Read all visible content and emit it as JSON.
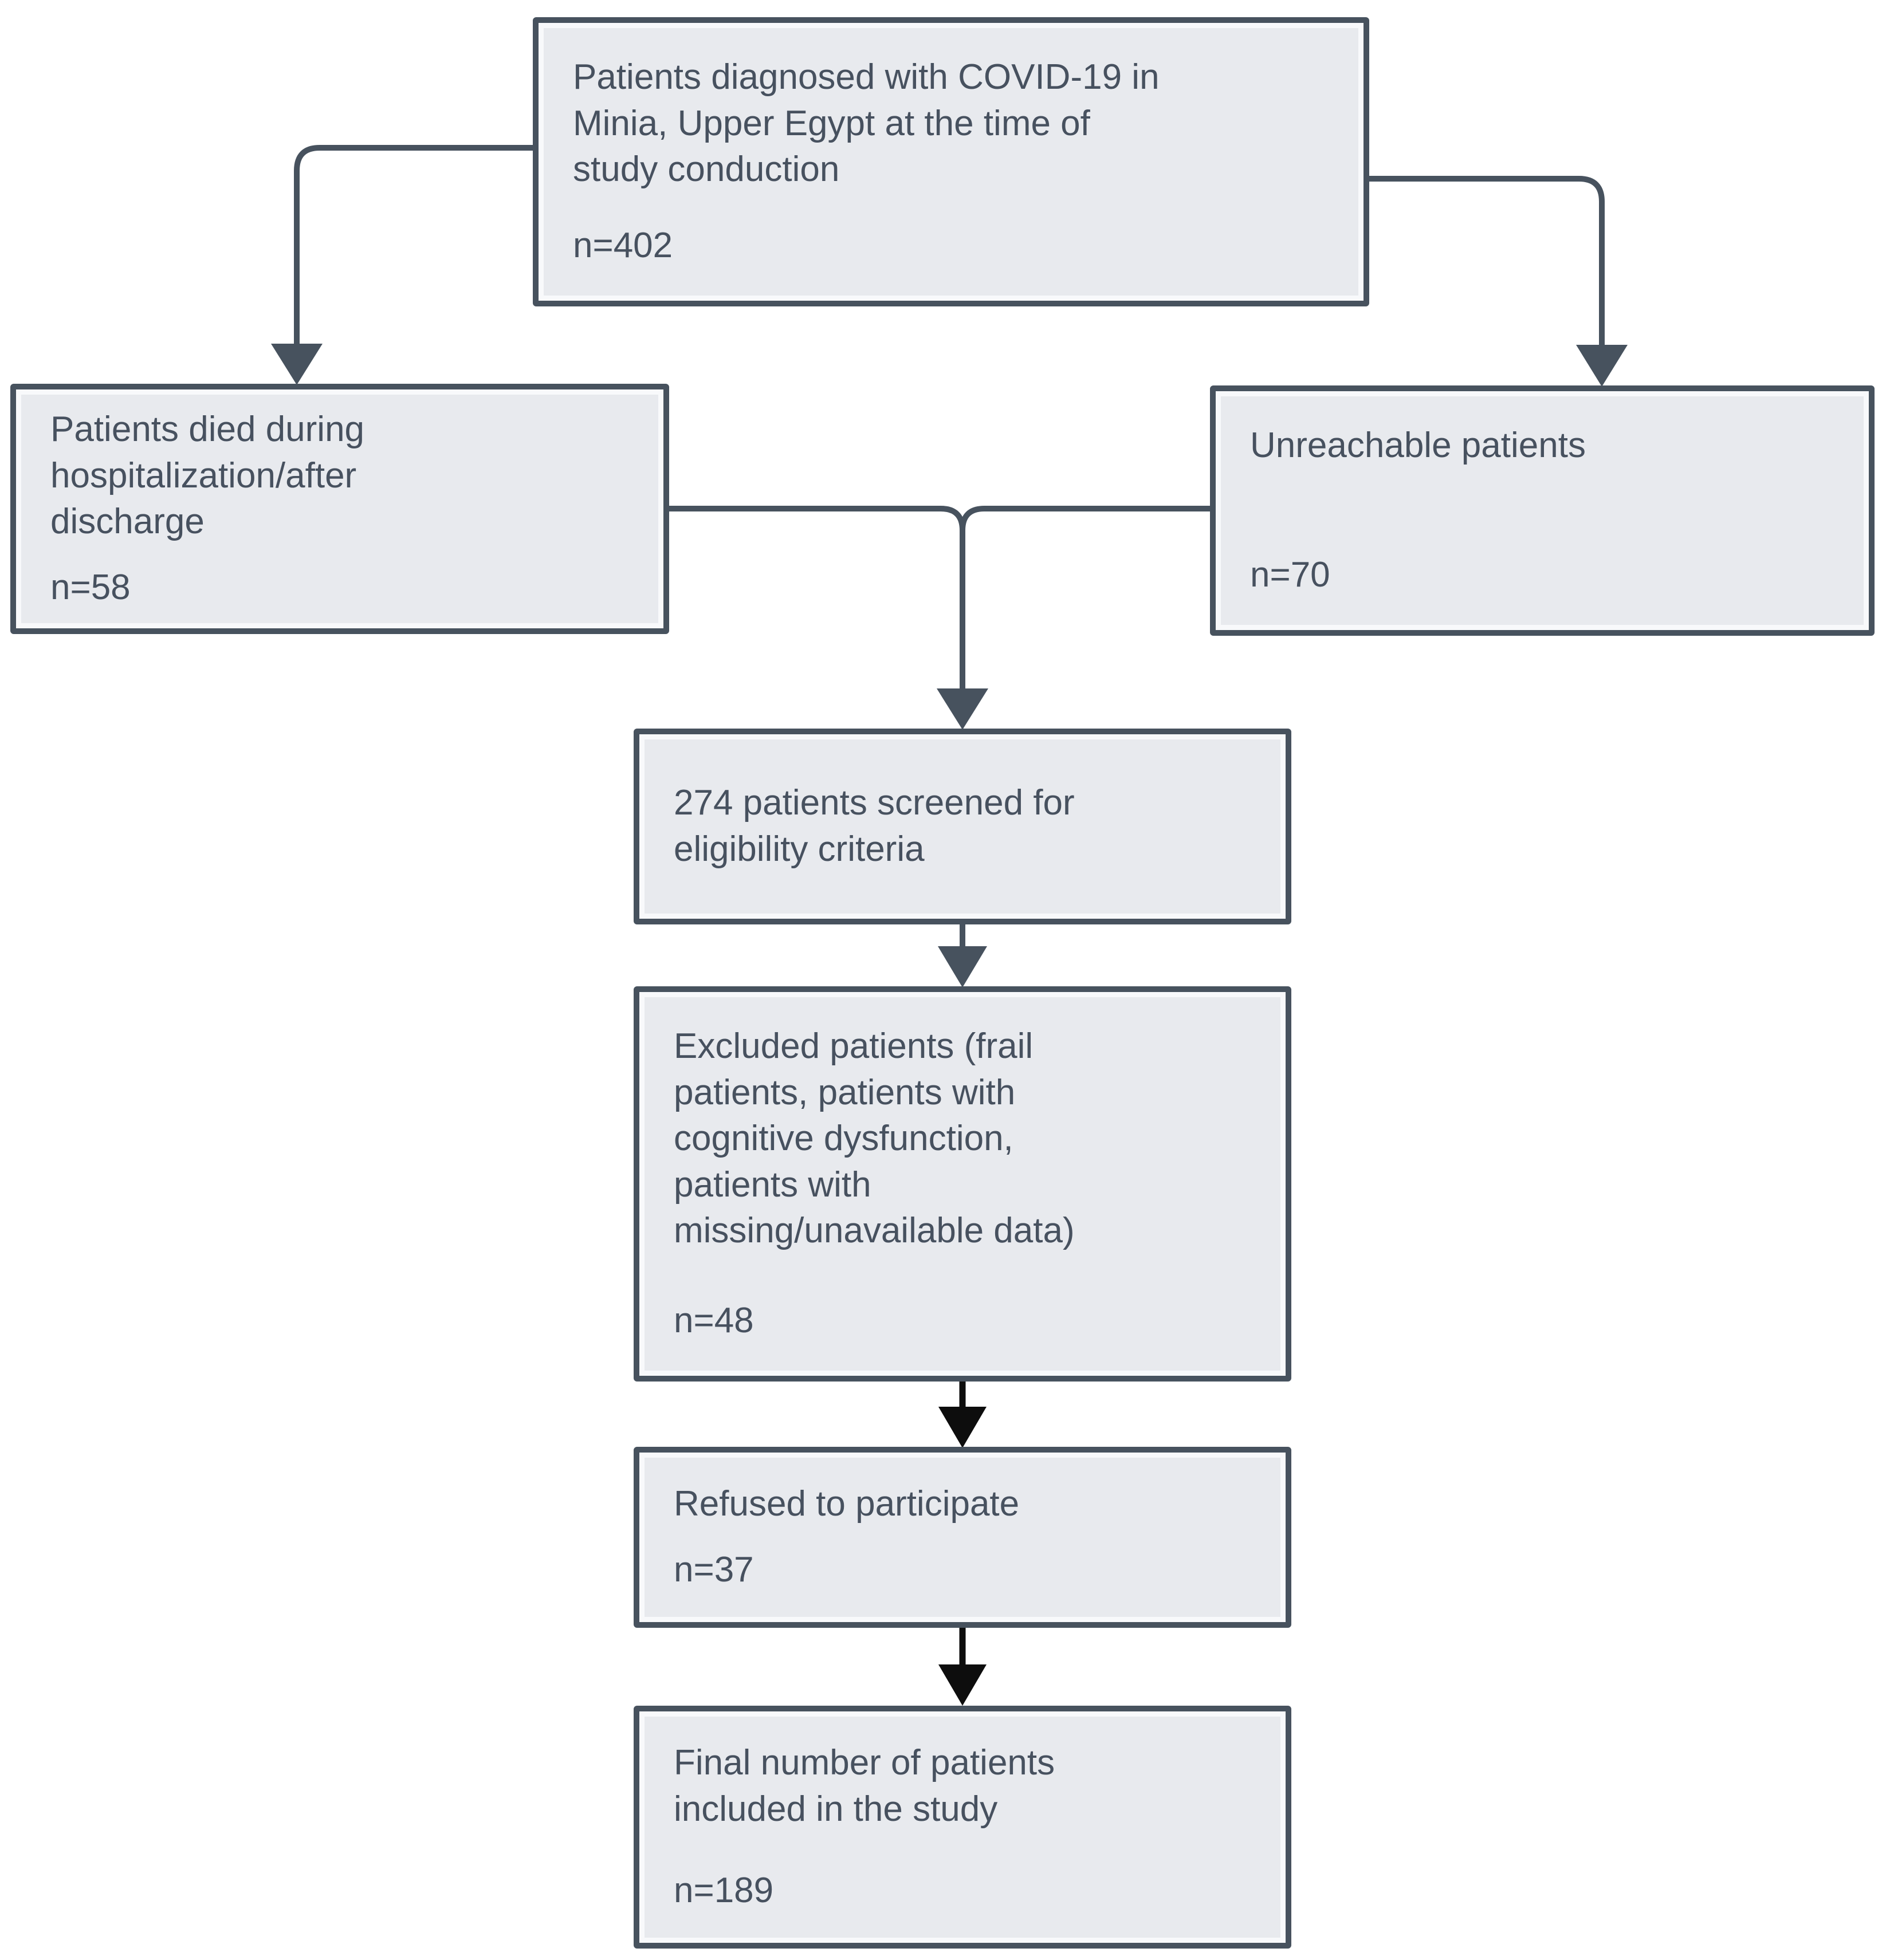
{
  "diagram": {
    "boxes": {
      "source": {
        "label": "Patients diagnosed with COVID-19 in\nMinia, Upper Egypt at the time of\nstudy conduction",
        "n": "n=402"
      },
      "died": {
        "label": "Patients died during\nhospitalization/after\ndischarge",
        "n": "n=58"
      },
      "unreachable": {
        "label": "Unreachable patients",
        "n": "n=70"
      },
      "screened": {
        "label": "274 patients screened for\neligibility criteria"
      },
      "excluded": {
        "label": "Excluded patients (frail\npatients, patients with\ncognitive dysfunction,\npatients with\nmissing/unavailable data)",
        "n": "n=48"
      },
      "refused": {
        "label": "Refused to participate",
        "n": "n=37"
      },
      "final": {
        "label": "Final number of patients\nincluded in the study",
        "n": "n=189"
      }
    },
    "colors": {
      "background": "#ffffff",
      "box_fill": "#e8eaee",
      "box_border": "#47525e",
      "text": "#47515f",
      "connector": "#47525e",
      "arrow_black": "#0d0d0d"
    }
  }
}
